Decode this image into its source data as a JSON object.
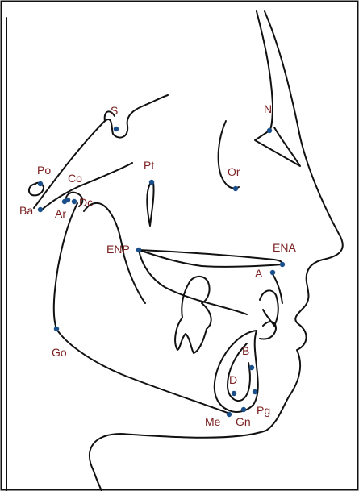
{
  "figure": {
    "title": "",
    "line_color": "#111111",
    "point_color": "#1b4f8a",
    "label_color": "#7a1f1f"
  },
  "landmarks": [
    {
      "id": "S",
      "label": "S"
    },
    {
      "id": "N",
      "label": "N"
    },
    {
      "id": "Po",
      "label": "Po"
    },
    {
      "id": "Co",
      "label": "Co"
    },
    {
      "id": "Pt",
      "label": "Pt"
    },
    {
      "id": "Or",
      "label": "Or"
    },
    {
      "id": "Ba",
      "label": "Ba"
    },
    {
      "id": "Ar",
      "label": "Ar"
    },
    {
      "id": "Dc",
      "label": "Dc"
    },
    {
      "id": "ENP",
      "label": "ENP"
    },
    {
      "id": "ENA",
      "label": "ENA"
    },
    {
      "id": "A",
      "label": "A"
    },
    {
      "id": "Go",
      "label": "Go"
    },
    {
      "id": "B",
      "label": "B"
    },
    {
      "id": "D",
      "label": "D"
    },
    {
      "id": "Pg",
      "label": "Pg"
    },
    {
      "id": "Me",
      "label": "Me"
    },
    {
      "id": "Gn",
      "label": "Gn"
    }
  ]
}
